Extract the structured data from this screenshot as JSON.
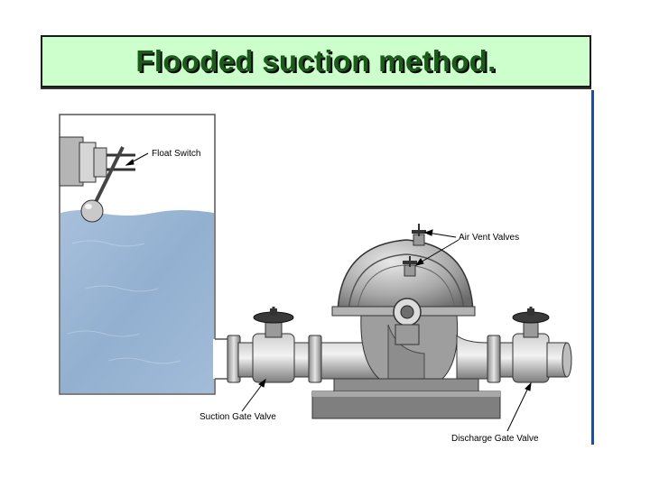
{
  "title": "Flooded suction method.",
  "labels": {
    "float_switch": "Float Switch",
    "air_vent_valves": "Air Vent Valves",
    "suction_gate_valve": "Suction Gate Valve",
    "discharge_gate_valve": "Discharge Gate Valve"
  },
  "colors": {
    "title_bg": "#ccffcc",
    "title_text": "#1b5a1b",
    "water": "#9db8d6",
    "metal": "#9a9a9a",
    "rule": "#1f4e9c"
  }
}
